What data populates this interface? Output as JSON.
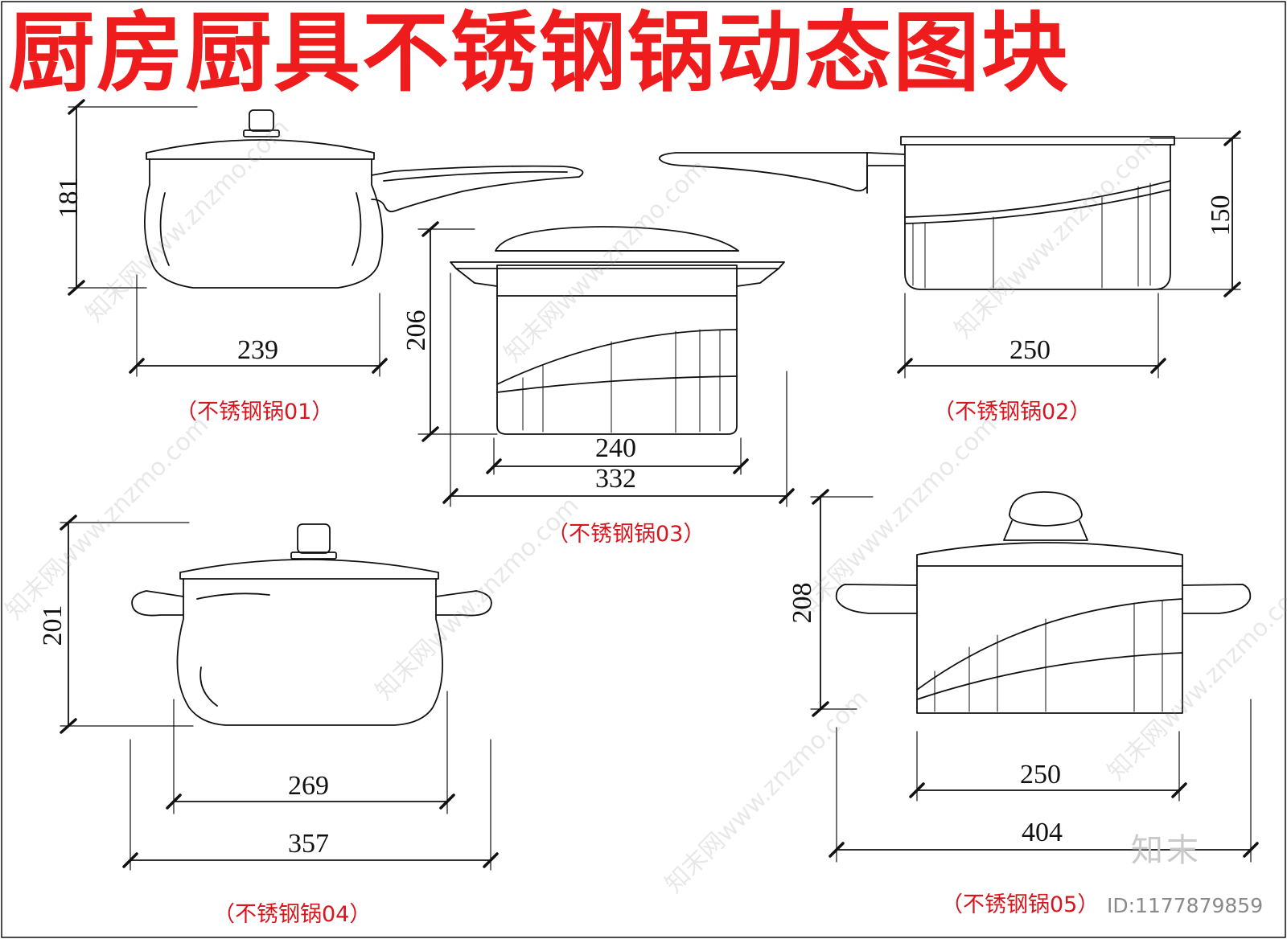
{
  "title": "厨房厨具不锈钢锅动态图块",
  "colors": {
    "title": "#ee1c1c",
    "caption": "#d8141c",
    "line": "#111111"
  },
  "pots": [
    {
      "caption": "（不锈钢锅01）",
      "height": "181",
      "width": "239"
    },
    {
      "caption": "（不锈钢锅02）",
      "height": "150",
      "width": "250"
    },
    {
      "caption": "（不锈钢锅03）",
      "height": "206",
      "width": "240",
      "overall_width": "332"
    },
    {
      "caption": "（不锈钢锅04）",
      "height": "201",
      "width": "269",
      "overall_width": "357"
    },
    {
      "caption": "（不锈钢锅05）",
      "height": "208",
      "width": "250",
      "overall_width": "404"
    }
  ],
  "brand": "知末",
  "image_id": "ID:1177879859",
  "watermark": "知末网www.znzmo.com"
}
